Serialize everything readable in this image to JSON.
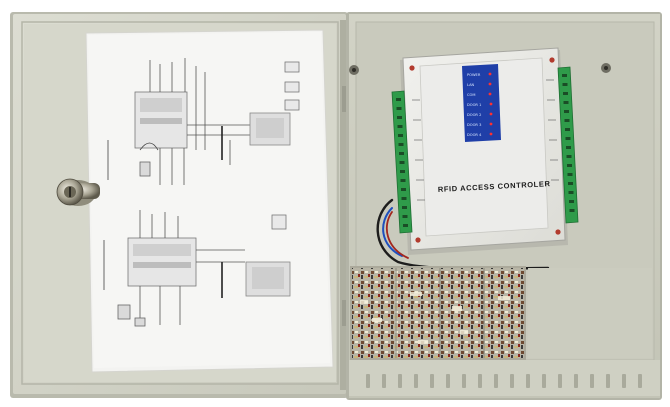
{
  "photo": {
    "subject": "rfid-access-control-panel",
    "board_label": "RFID ACCESS CONTROLER",
    "status_leds": [
      "POWER",
      "LAN",
      "COM",
      "DOOR 1",
      "DOOR 2",
      "DOOR 3",
      "DOOR 4"
    ],
    "colors": {
      "enclosure": "#d4d5c8",
      "inner_panel": "#c8c9bb",
      "terminal_green": "#2f9b4a",
      "led_panel": "#1f3fa8",
      "paper": "#f3f3f1"
    }
  }
}
